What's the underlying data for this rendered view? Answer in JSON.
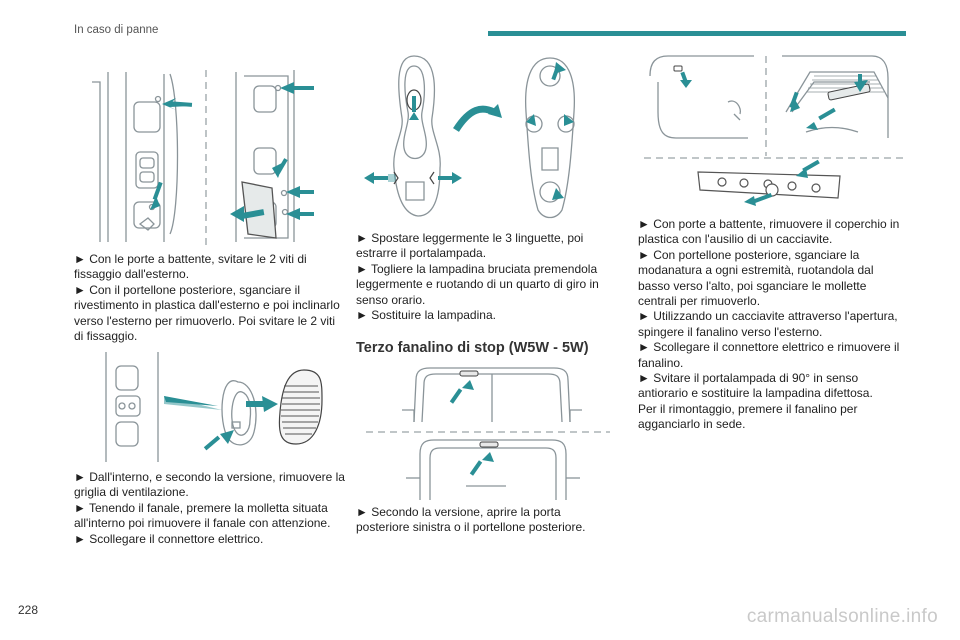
{
  "header": {
    "title": "In caso di panne"
  },
  "page_number": "228",
  "watermark": "carmanualsonline.info",
  "colors": {
    "accent": "#2a8f95",
    "line": "#9aa3a8",
    "text": "#1f1f1f"
  },
  "column1": {
    "block1": [
      "► Con le porte a battente, svitare le 2 viti di fissaggio dall'esterno.",
      "► Con il portellone posteriore, sganciare il rivestimento in plastica dall'esterno e poi inclinarlo verso l'esterno per rimuoverlo. Poi svitare le 2 viti di fissaggio."
    ],
    "block2": [
      "► Dall'interno, e secondo la versione, rimuovere la griglia di ventilazione.",
      "► Tenendo il fanale, premere la molletta situata all'interno poi rimuovere il fanale con attenzione.",
      "► Scollegare il connettore elettrico."
    ]
  },
  "column2": {
    "block1": [
      "► Spostare leggermente le 3 linguette, poi estrarre il portalampada.",
      "► Togliere la lampadina bruciata premendola leggermente e ruotando di un quarto di giro in senso orario.",
      "► Sostituire la lampadina."
    ],
    "section_title": "Terzo fanalino di stop (W5W - 5W)",
    "block2": [
      "► Secondo la versione, aprire la porta posteriore sinistra o il portellone posteriore."
    ]
  },
  "column3": {
    "block1": [
      "► Con porte a battente, rimuovere il coperchio in plastica con l'ausilio di un cacciavite.",
      "► Con portellone posteriore, sganciare la modanatura a ogni estremità, ruotandola dal basso verso l'alto, poi sganciare le mollette centrali per rimuoverlo.",
      "► Utilizzando un cacciavite attraverso l'apertura, spingere il fanalino verso l'esterno.",
      "► Scollegare il connettore elettrico e rimuovere il fanalino.",
      "► Svitare il portalampada di 90° in senso antiorario e sostituire la lampadina difettosa.",
      "Per il rimontaggio, premere il fanalino per agganciarlo in sede."
    ]
  }
}
